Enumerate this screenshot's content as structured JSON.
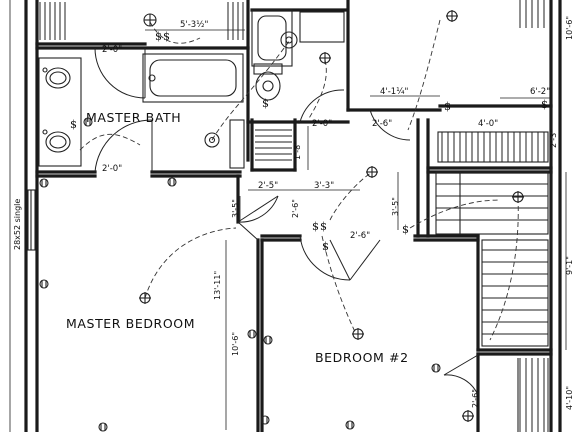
{
  "rooms": {
    "master_bath": "MASTER BATH",
    "master_bedroom": "MASTER BEDROOM",
    "bedroom2": "BEDROOM #2"
  },
  "dimensions": {
    "top_5_3_5": "5'-3½\"",
    "bath_door_top": "2'-0\"",
    "bath_door_bottom": "2'-0\"",
    "hall_4_1_4": "4'-1¼\"",
    "top_right_6_2": "6'-2\"",
    "closet_2_0": "2'-0\"",
    "closet_2_6": "2'-6\"",
    "vert_1_8": "1'-8\"",
    "closet_4_0": "4'-0\"",
    "right_2_3": "2'-3\"",
    "hall_2_5": "2'-5\"",
    "hall_3_3": "3'-3\"",
    "vert_3_5_left": "3'-5\"",
    "vert_3_5_right": "3'-5\"",
    "vert_2_6": "2'-6\"",
    "bed2_door": "2'-6\"",
    "left_13_11": "13'-11\"",
    "left_10_6": "10'-6\"",
    "right_9_1": "9'-1\"",
    "right_10_6": "10'-6\"",
    "right_4_10": "4'-10\"",
    "lower_right_2_6": "2'-6\"",
    "window_left": "28x52 single"
  },
  "switch_symbol": "$"
}
